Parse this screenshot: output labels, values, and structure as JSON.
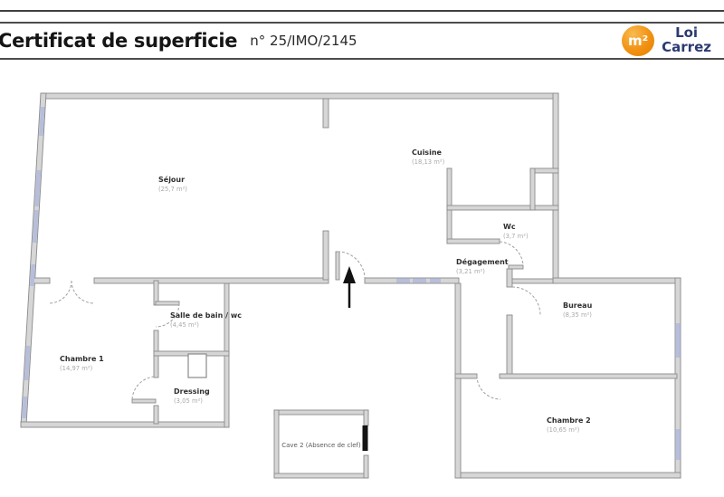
{
  "header": {
    "title": "Certificat de superficie",
    "reference": "n° 25/IMO/2145",
    "logo": {
      "symbol": "m²",
      "text_line1": "Loi",
      "text_line2": "Carrez"
    }
  },
  "plan": {
    "rooms": [
      {
        "id": "sejour",
        "name": "Séjour",
        "area": "(25,7 m²)"
      },
      {
        "id": "cuisine",
        "name": "Cuisine",
        "area": "(18,13 m²)"
      },
      {
        "id": "wc",
        "name": "Wc",
        "area": "(3,7 m²)"
      },
      {
        "id": "degagement",
        "name": "Dégagement",
        "area": "(3,21 m²)"
      },
      {
        "id": "bureau",
        "name": "Bureau",
        "area": "(8,35 m²)"
      },
      {
        "id": "chambre2",
        "name": "Chambre 2",
        "area": "(10,65 m²)"
      },
      {
        "id": "chambre1",
        "name": "Chambre 1",
        "area": "(14,97 m²)"
      },
      {
        "id": "sdb",
        "name": "Salle de bain / wc",
        "area": "(4,45 m²)"
      },
      {
        "id": "dressing",
        "name": "Dressing",
        "area": "(3,05 m²)"
      }
    ],
    "cave_label": "Cave 2 (Absence de clef)",
    "entrance": {
      "symbol": "arrow-up"
    }
  },
  "colors": {
    "wall_fill": "#d6d6d6",
    "wall_stroke": "#8a8a8a",
    "window": "#b6bedb",
    "door_arc": "#a0a0a0",
    "logo_orange": "#f29111",
    "logo_navy": "#2c3a70",
    "arrow": "#111111"
  }
}
